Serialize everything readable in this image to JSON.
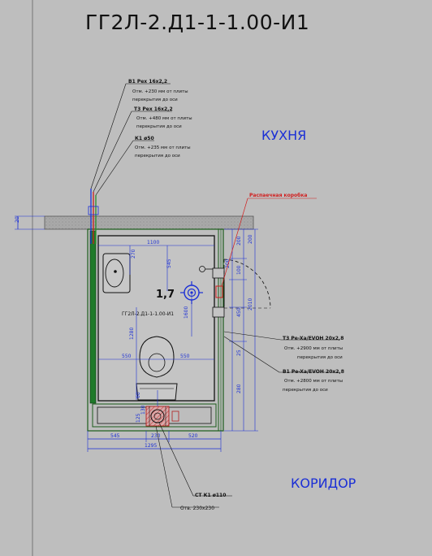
{
  "sheet_title": "ГГ2Л-2.Д1-1-1.00-И1",
  "rooms": {
    "kitchen": "КУХНЯ",
    "corridor": "КОРИДОР"
  },
  "plan_label": "ГГ2Л-2.Д1-1-1.00-И1",
  "room_number": "1,7",
  "callouts": {
    "top_group": [
      {
        "title": "В1 Pex 16x2,2",
        "lines": [
          "Отм. +230 мм от плиты",
          "перекрытия до оси"
        ]
      },
      {
        "title": "Т3 Pex 16x2,2",
        "lines": [
          "Отм. +480 мм от плиты",
          "перекрытия до оси"
        ]
      },
      {
        "title": "К1 ø50",
        "lines": [
          "Отм. +235 мм от плиты",
          "перекрытия до оси"
        ]
      }
    ],
    "junction_box": "Распаечная коробка",
    "right_group": [
      {
        "title": "Т3 Pe-Xa/EVOH 20x2,8",
        "lines": [
          "Отм. +2900 мм от плиты",
          "перекрытия до оси"
        ]
      },
      {
        "title": "В1 Pe-Xa/EVOH 20x2,8",
        "lines": [
          "Отм. +2800 мм от плиты",
          "перекрытия до оси"
        ]
      }
    ],
    "bottom_group": [
      {
        "title": "СТ К1 ø110",
        "lines": [
          "Отв. 230x230"
        ]
      }
    ]
  },
  "dimensions": {
    "left_20": "20",
    "top_width": "1100",
    "d_270": "270",
    "d_545": "545",
    "d_1600": "1600",
    "d_1280": "1280",
    "d_550_left": "550",
    "d_550_right": "550",
    "d_60": "60",
    "d_130": "130",
    "d_125": "125",
    "bottom_545": "545",
    "bottom_230": "230",
    "bottom_520": "520",
    "bottom_total": "1295",
    "right_a": "200",
    "right_b": "100",
    "right_c": "200",
    "right_d": "450",
    "right_e": "2010",
    "right_f": "280",
    "right_g": "200",
    "right_h": "25"
  }
}
